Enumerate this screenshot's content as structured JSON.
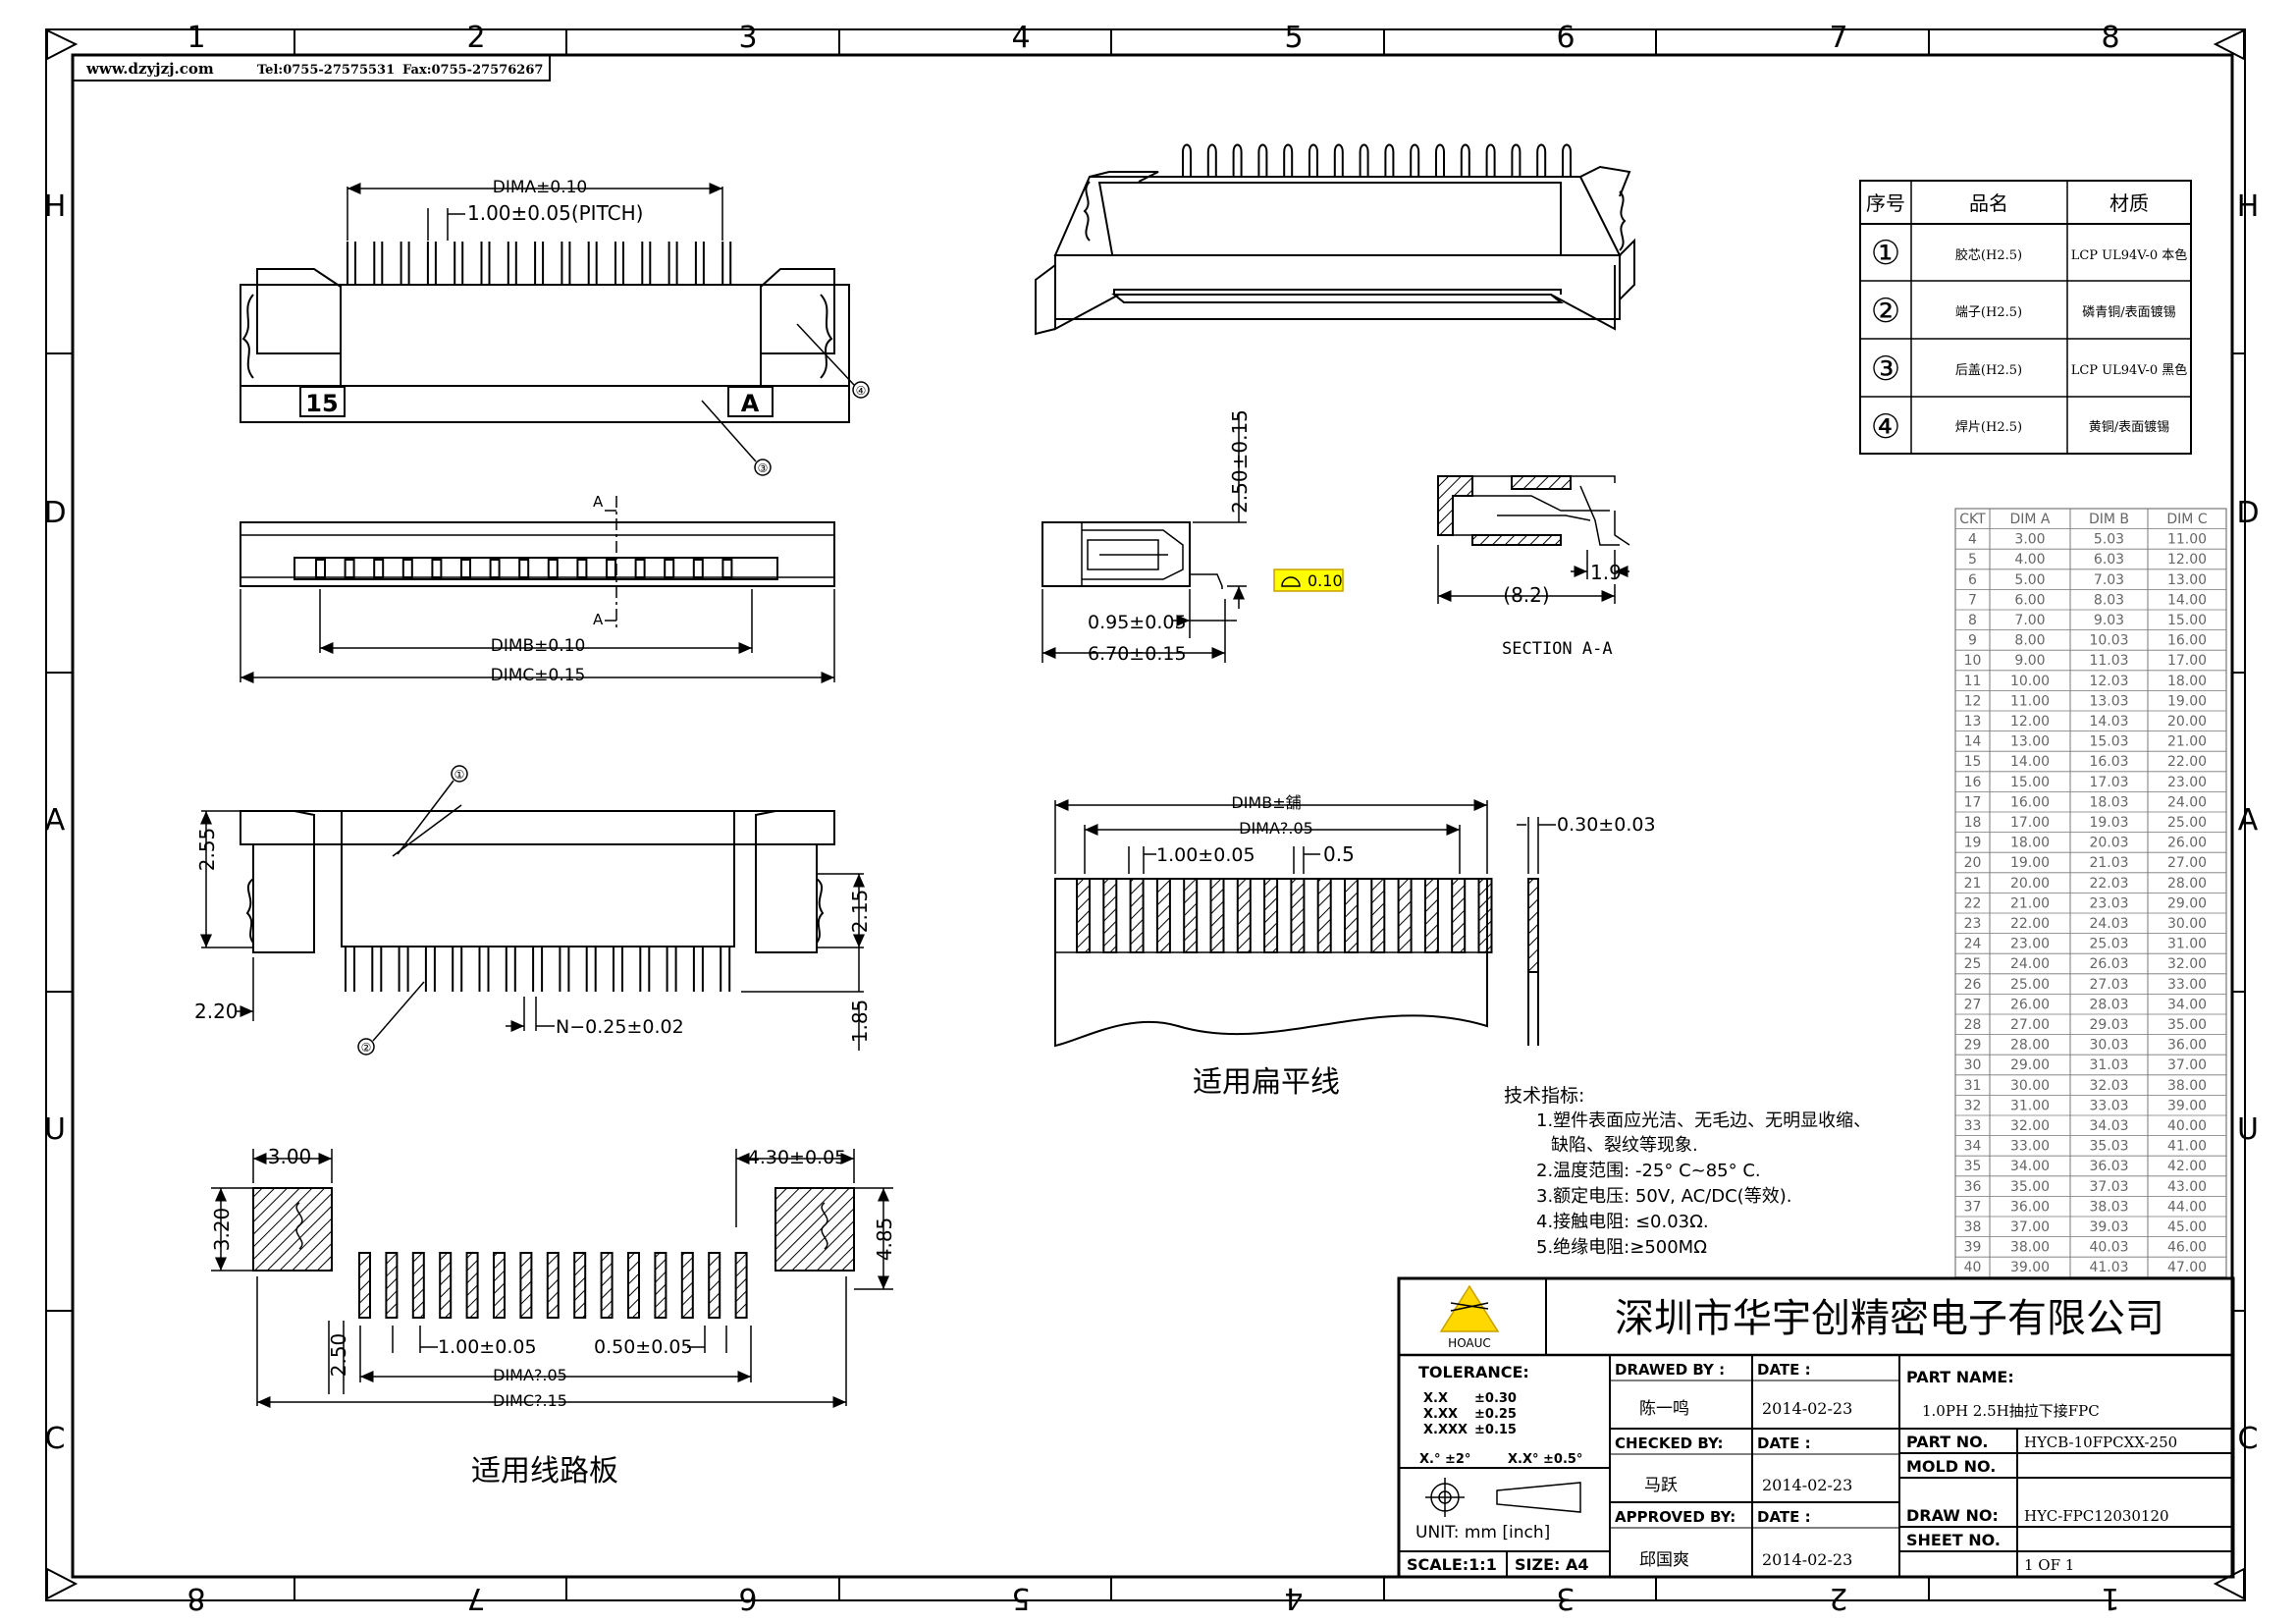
{
  "header": {
    "website": "www.dzyjzj.com",
    "phone": "Tel:0755-27575531",
    "fax": "Fax:0755-27576267"
  },
  "grid": {
    "top_cols": [
      "1",
      "2",
      "3",
      "4",
      "5",
      "6",
      "7",
      "8"
    ],
    "bottom_cols": [
      "8",
      "7",
      "6",
      "5",
      "4",
      "3",
      "2",
      "1"
    ],
    "rows": [
      "H",
      "D",
      "A",
      "U",
      "C"
    ]
  },
  "front_view": {
    "dim_a": "DIMA±0.10",
    "pitch": "1.00±0.05(PITCH)",
    "left_mark": "15",
    "right_mark": "A",
    "callout_3": "③",
    "callout_4": "④"
  },
  "top_view": {
    "section_mark_top": "A",
    "section_mark_bottom": "A",
    "dim_b": "DIMB±0.10",
    "dim_c": "DIMC±0.15"
  },
  "bottom_view": {
    "callout_1": "①",
    "callout_2": "②",
    "dim_255": "2.55",
    "dim_220": "2.20",
    "dim_215": "2.15",
    "dim_185": "1.85",
    "dim_n": "N−0.25±0.02"
  },
  "pcb_layout": {
    "dim_300": "3.00",
    "dim_430": "4.30±0.05",
    "dim_320": "3.20",
    "dim_485": "4.85",
    "dim_250": "2.50",
    "dim_100": "1.00±0.05",
    "dim_050": "0.50±0.05",
    "dim_a": "DIMA?.05",
    "dim_c": "DIMC?.15",
    "caption": "适用线路板"
  },
  "side_view": {
    "height": "2.50±0.15",
    "flatness": "0.10",
    "dim_095": "0.95±0.05",
    "dim_670": "6.70±0.15"
  },
  "section": {
    "dim_19": "1.9",
    "dim_82": "(8.2)",
    "label": "SECTION A-A"
  },
  "fpc": {
    "dim_b": "DIMB±舖",
    "dim_a": "DIMA?.05",
    "dim_100": "1.00±0.05",
    "dim_05": "0.5",
    "dim_030": "0.30±0.03",
    "caption": "适用扁平线"
  },
  "materials": {
    "headers": [
      "序号",
      "品名",
      "材质"
    ],
    "rows": [
      {
        "no": "①",
        "name": "胶芯(H2.5)",
        "material": "LCP UL94V-0 本色"
      },
      {
        "no": "②",
        "name": "端子(H2.5)",
        "material": "磷青铜/表面镀锡"
      },
      {
        "no": "③",
        "name": "后盖(H2.5)",
        "material": "LCP UL94V-0 黑色"
      },
      {
        "no": "④",
        "name": "焊片(H2.5)",
        "material": "黄铜/表面镀锡"
      }
    ]
  },
  "dim_table": {
    "headers": [
      "CKT",
      "DIM A",
      "DIM B",
      "DIM C"
    ],
    "rows": [
      [
        "4",
        "3.00",
        "5.03",
        "11.00"
      ],
      [
        "5",
        "4.00",
        "6.03",
        "12.00"
      ],
      [
        "6",
        "5.00",
        "7.03",
        "13.00"
      ],
      [
        "7",
        "6.00",
        "8.03",
        "14.00"
      ],
      [
        "8",
        "7.00",
        "9.03",
        "15.00"
      ],
      [
        "9",
        "8.00",
        "10.03",
        "16.00"
      ],
      [
        "10",
        "9.00",
        "11.03",
        "17.00"
      ],
      [
        "11",
        "10.00",
        "12.03",
        "18.00"
      ],
      [
        "12",
        "11.00",
        "13.03",
        "19.00"
      ],
      [
        "13",
        "12.00",
        "14.03",
        "20.00"
      ],
      [
        "14",
        "13.00",
        "15.03",
        "21.00"
      ],
      [
        "15",
        "14.00",
        "16.03",
        "22.00"
      ],
      [
        "16",
        "15.00",
        "17.03",
        "23.00"
      ],
      [
        "17",
        "16.00",
        "18.03",
        "24.00"
      ],
      [
        "18",
        "17.00",
        "19.03",
        "25.00"
      ],
      [
        "19",
        "18.00",
        "20.03",
        "26.00"
      ],
      [
        "20",
        "19.00",
        "21.03",
        "27.00"
      ],
      [
        "21",
        "20.00",
        "22.03",
        "28.00"
      ],
      [
        "22",
        "21.00",
        "23.03",
        "29.00"
      ],
      [
        "23",
        "22.00",
        "24.03",
        "30.00"
      ],
      [
        "24",
        "23.00",
        "25.03",
        "31.00"
      ],
      [
        "25",
        "24.00",
        "26.03",
        "32.00"
      ],
      [
        "26",
        "25.00",
        "27.03",
        "33.00"
      ],
      [
        "27",
        "26.00",
        "28.03",
        "34.00"
      ],
      [
        "28",
        "27.00",
        "29.03",
        "35.00"
      ],
      [
        "29",
        "28.00",
        "30.03",
        "36.00"
      ],
      [
        "30",
        "29.00",
        "31.03",
        "37.00"
      ],
      [
        "31",
        "30.00",
        "32.03",
        "38.00"
      ],
      [
        "32",
        "31.00",
        "33.03",
        "39.00"
      ],
      [
        "33",
        "32.00",
        "34.03",
        "40.00"
      ],
      [
        "34",
        "33.00",
        "35.03",
        "41.00"
      ],
      [
        "35",
        "34.00",
        "36.03",
        "42.00"
      ],
      [
        "36",
        "35.00",
        "37.03",
        "43.00"
      ],
      [
        "37",
        "36.00",
        "38.03",
        "44.00"
      ],
      [
        "38",
        "37.00",
        "39.03",
        "45.00"
      ],
      [
        "39",
        "38.00",
        "40.03",
        "46.00"
      ],
      [
        "40",
        "39.00",
        "41.03",
        "47.00"
      ]
    ]
  },
  "notes": {
    "title": "技术指标:",
    "lines": [
      "1.塑件表面应光洁、无毛边、无明显收缩、",
      "缺陷、裂纹等现象.",
      "2.温度范围: -25° C~85° C.",
      "3.额定电压: 50V, AC/DC(等效).",
      "4.接触电阻: ≤0.03Ω.",
      "5.绝缘电阻:≥500MΩ"
    ]
  },
  "title_block": {
    "company": "深圳市华宇创精密电子有限公司",
    "logo_text": "HOAUC",
    "tolerance_label": "TOLERANCE:",
    "tolerances": [
      [
        "X.X",
        "±0.30"
      ],
      [
        "X.XX",
        "±0.25"
      ],
      [
        "X.XXX",
        "±0.15"
      ]
    ],
    "angle_tol_1": "X.° ±2°",
    "angle_tol_2": "X.X° ±0.5°",
    "unit": "UNIT: mm [inch]",
    "scale": "SCALE:1:1",
    "size": "SIZE: A4",
    "drawn_by_label": "DRAWED BY :",
    "drawn_by": "陈一鸣",
    "checked_by_label": "CHECKED BY:",
    "checked_by": "马跃",
    "approved_by_label": "APPROVED BY:",
    "approved_by": "邱国爽",
    "date_label": "DATE :",
    "date1": "2014-02-23",
    "date2": "2014-02-23",
    "date3": "2014-02-23",
    "part_name_label": "PART NAME:",
    "part_name": "1.0PH 2.5H抽拉下接FPC",
    "part_no_label": "PART NO.",
    "part_no": "HYCB-10FPCXX-250",
    "mold_no_label": "MOLD NO.",
    "mold_no": "",
    "draw_no_label": "DRAW NO:",
    "draw_no": "HYC-FPC12030120",
    "sheet_no_label": "SHEET NO.",
    "sheet_no": "1 OF 1"
  }
}
